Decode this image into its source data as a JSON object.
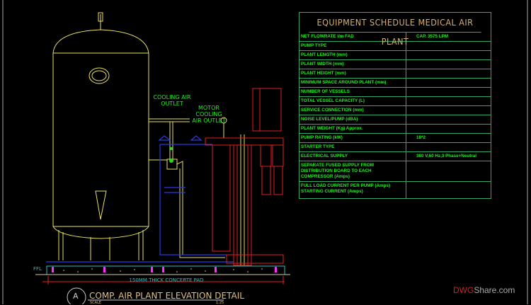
{
  "schedule": {
    "title": "EQUIPMENT SCHEDULE MEDICAL AIR PLANT",
    "rows": [
      {
        "label": "NET FLOWRATE l/m FAD",
        "value": "CAP. 3575 LPM"
      },
      {
        "label": "PUMP TYPE",
        "value": ""
      },
      {
        "label": "PLANT LENGTH (mm)",
        "value": ""
      },
      {
        "label": "PLANT WIDTH (mm)",
        "value": ""
      },
      {
        "label": "PLANT HEIGHT (mm)",
        "value": ""
      },
      {
        "label": "MINIMUM SPACE AROUND PLANT (mm)",
        "value": ""
      },
      {
        "label": "NUMBER OF VESSELS",
        "value": ""
      },
      {
        "label": "TOTAL VESSEL CAPACITY (L)",
        "value": ""
      },
      {
        "label": "SERVICE CONNECTION (mm)",
        "value": ""
      },
      {
        "label": "NOISE LEVEL/PUMP (dBA)",
        "value": ""
      },
      {
        "label": "PLANT WEIGHT (Kg) Approx.",
        "value": ""
      },
      {
        "label": "PUMP RATING (kW)",
        "value": "18*2"
      },
      {
        "label": "STARTER TYPE",
        "value": ""
      },
      {
        "label": "ELECTRICAL SUPPLY",
        "value": "380 V,60 Hz,3 Phase+Neutral"
      },
      {
        "label": "SEPARATE FUSED SUPPLY FROM DISTRIBUTION BOARD TO EACH COMPRESSOR (Amps)",
        "value": ""
      },
      {
        "label": "FULL LOAD CURRENT PER PUMP (Amps) STARTING CURRENT (Amps)",
        "value": ""
      }
    ]
  },
  "drawing": {
    "label_cooling": "COOLING AIR OUTLET",
    "label_motor": "MOTOR COOLING AIR OUTLET",
    "ffl": "FFL",
    "pad": "150MM THICK CONCERTE PAD",
    "detail_letter": "A",
    "detail_title": "COMP. AIR PLANT ELEVATION DETAIL",
    "scale_label": "SCALE",
    "scale_value": "1:25"
  },
  "watermark": {
    "brand_red": "DWG",
    "brand_rest": "Share.com"
  }
}
